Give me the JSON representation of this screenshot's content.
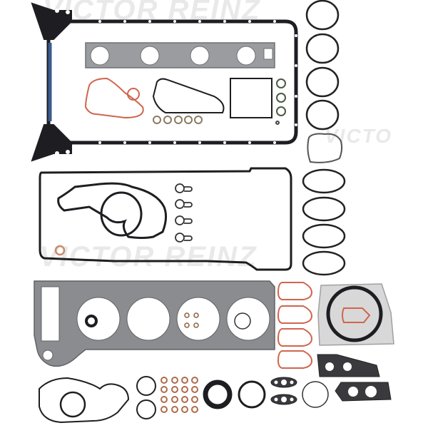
{
  "image": {
    "subject": "Full engine gasket set product photo",
    "background_color": "#ffffff",
    "watermarks": [
      "VICTOR REINZ",
      "VICTOR REINZ",
      "VICTO"
    ]
  },
  "colors": {
    "black_gasket": "#1e1e22",
    "steel_gasket": "#8a8c90",
    "copper_ring": "#c98b6a",
    "red_seal": "#d0654e",
    "blue_sheen": "#3c5a8c"
  },
  "parts": {
    "oil_pan_gasket": "Oil pan gasket (black, with bolt holes)",
    "exhaust_manifold_gasket": "Exhaust manifold gasket (4 ports)",
    "oil_cooler_gasket": "Oil cooler gasket (red)",
    "timing_cover_gasket": "Timing cover gasket",
    "square_gasket": "Square cover gasket",
    "valve_cover_gasket": "Valve cover gasket",
    "water_pump_gasket": "Water pump gasket",
    "spark_plug_seals": "Spark plug tube seals (4)",
    "cylinder_head_gasket": "Cylinder head gasket (4 cylinders)",
    "intake_seals": "Intake manifold seals (4, red)",
    "rear_main_seal": "Rear crankshaft seal with carrier",
    "large_orings": "Large O-rings",
    "oval_orings": "Oval intake O-rings (4)",
    "valve_stem_seals": "Valve stem seals (16)",
    "front_crank_seal": "Front crankshaft seal",
    "oil_filter_housing_gaskets": "Oil filter housing gaskets",
    "turbo_flange_gaskets": "Two-bolt flange gaskets"
  }
}
